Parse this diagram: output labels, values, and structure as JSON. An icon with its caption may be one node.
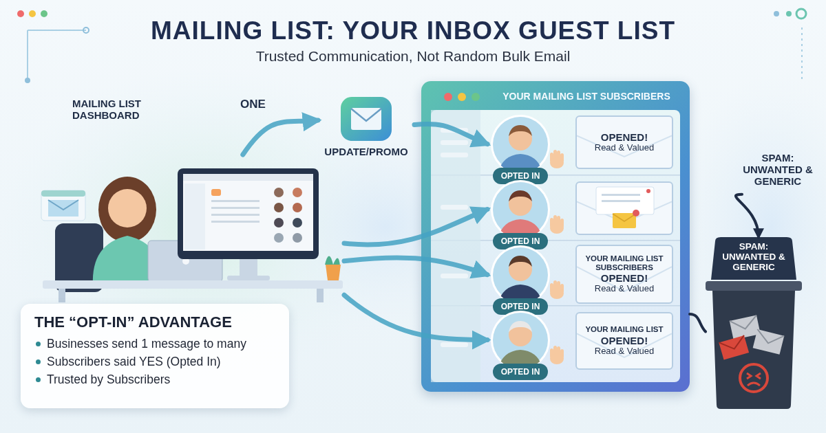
{
  "diagram": {
    "title": "MAILING LIST: YOUR INBOX GUEST LIST",
    "nodes": [
      {
        "text": [],
        "shape": "picture"
      },
      {
        "text": [
          "UPDATE/PROMO"
        ]
      },
      {
        "text": [
          "YOUR MAILING LIST SUBSCRIBERS"
        ]
      },
      {
        "text": [
          "OPTED IN"
        ],
        "in": 2
      },
      {
        "text": [
          "OPENED!",
          "Read & Valued"
        ],
        "in": 2
      },
      {
        "text": [
          "OPTED IN"
        ],
        "in": 2
      },
      {
        "text": [],
        "shape": "picture",
        "in": 2
      },
      {
        "text": [
          "OPTED IN"
        ],
        "in": 2
      },
      {
        "text": [
          "YOUR MAILING LIST SUBSCRIBERS",
          "OPENED!",
          "Read & Valued"
        ],
        "in": 2
      },
      {
        "text": [
          "OPTED IN"
        ],
        "in": 2
      },
      {
        "text": [
          "YOUR MAILING LIST",
          "OPENED!",
          "Read & Valued"
        ],
        "in": 2
      },
      {
        "text": [
          "SPAM: UNWANTED & GENERIC"
        ]
      },
      {
        "text": [
          "SPAM: UNWANTED & GENERIC"
        ]
      },
      {
        "text": [
          "THE “OPT-IN” ADVANTAGE",
          "Businesses send 1 message to many",
          "Subscribers said YES (Opted In)",
          "Trusted by Subscribers"
        ]
      }
    ],
    "edges": [
      {
        "from": 0,
        "to": 1,
        "arrow": "to",
        "label": "ONE"
      },
      {
        "from": 1,
        "to": 3,
        "arrow": "to"
      },
      {
        "from": 0,
        "to": 5,
        "arrow": "to"
      },
      {
        "from": 0,
        "to": 7,
        "arrow": "to"
      },
      {
        "from": 0,
        "to": 9,
        "arrow": "to"
      },
      {
        "from": 11,
        "to": 12,
        "arrow": "to",
        "color": "#1f2d46"
      },
      {
        "from": 2,
        "to": 12,
        "arrow": "none",
        "color": "#1f2d46"
      }
    ],
    "labels": [
      "Trusted Communication, Not Random Bulk Email",
      "MAILING LIST DASHBOARD"
    ]
  }
}
